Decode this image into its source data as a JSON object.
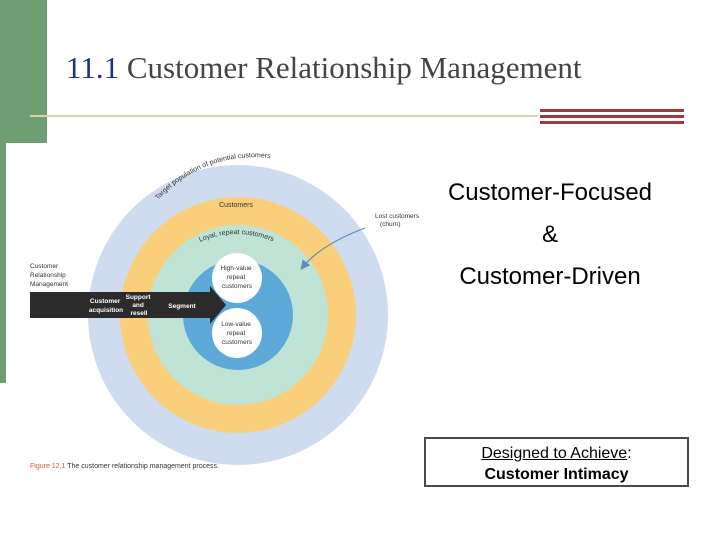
{
  "slide": {
    "title_number": "11.1",
    "title_text": " Customer Relationship Management",
    "heading_line1": "Customer-Focused",
    "heading_line2": "&",
    "heading_line3": "Customer-Driven",
    "box_line1": "Designed to Achieve",
    "box_colon": ":",
    "box_line2": "Customer Intimacy",
    "colors": {
      "green_bar": "#6f9e72",
      "red_bar": "#9c3b3b",
      "title_number": "#1f2f8f"
    }
  },
  "diagram": {
    "ring_outer": "Target population of potential customers",
    "ring_customers": "Customers",
    "ring_loyal": "Loyal, repeat customers",
    "high_value_l1": "High-value",
    "high_value_l2": "repeat",
    "high_value_l3": "customers",
    "low_value_l1": "Low-value",
    "low_value_l2": "repeat",
    "low_value_l3": "customers",
    "lost_l1": "Lost customers",
    "lost_l2": "(churn)",
    "crm_l1": "Customer",
    "crm_l2": "Relationship",
    "crm_l3": "Management",
    "acq_l1": "Customer",
    "acq_l2": "acquisition",
    "support_l1": "Support",
    "support_l2": "and",
    "support_l3": "resell",
    "segment": "Segment",
    "caption_label": "Figure 12.1",
    "caption_text": " The customer relationship management process.",
    "colors": {
      "outer": "#cfdcef",
      "customers": "#f9cf7c",
      "loyal": "#bfe3d5",
      "inner": "#5da9d8",
      "bubble": "#ffffff",
      "arrow": "#2b2b2b",
      "caption": "#d9553a"
    }
  }
}
